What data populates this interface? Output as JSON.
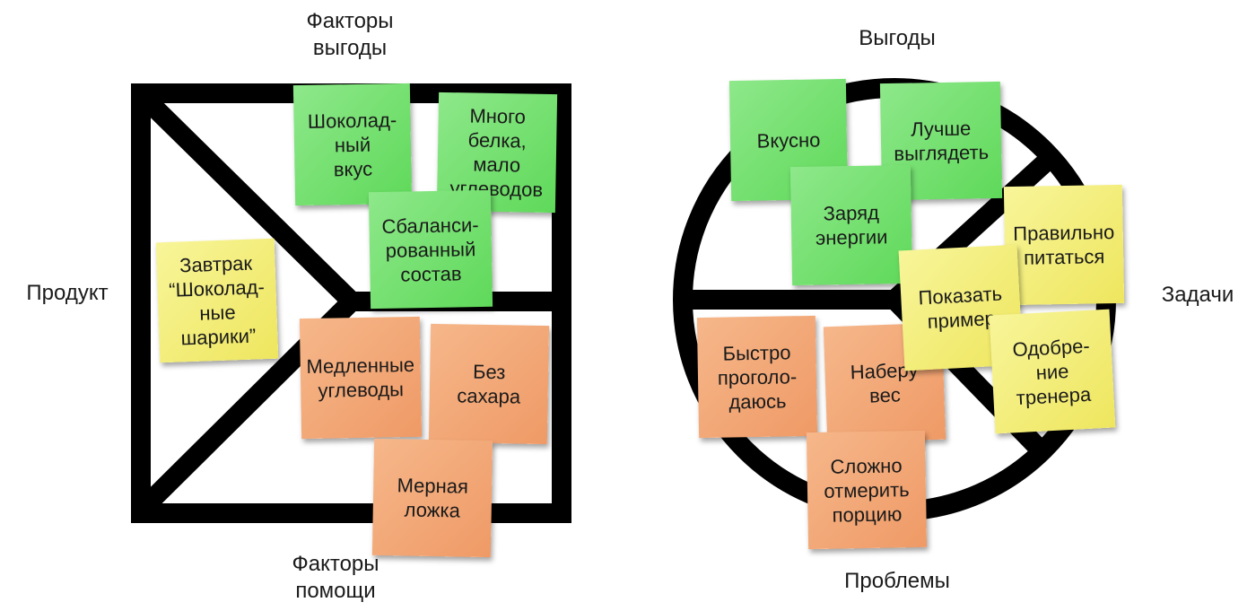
{
  "canvas_labels": {
    "left_top": "Факторы\nвыгоды",
    "left_bottom": "Факторы\nпомощи",
    "left_side": "Продукт",
    "right_top": "Выгоды",
    "right_bottom": "Проблемы",
    "right_side": "Задачи"
  },
  "notes": {
    "chocolate_taste": "Шоколад-\nный\nвкус",
    "protein": "Много\nбелка,\nмало\nуглеводов",
    "balanced": "Сбаланси-\nрованный\nсостав",
    "product": "Завтрак\n“Шоколад-\nные\nшарики”",
    "slow_carbs": "Медленные\nуглеводы",
    "no_sugar": "Без\nсахара",
    "spoon": "Мерная\nложка",
    "tasty": "Вкусно",
    "look_better": "Лучше\nвыглядеть",
    "energy": "Заряд\nэнергии",
    "eat_right": "Правильно\nпитаться",
    "set_example": "Показать\nпример",
    "coach_approval": "Одобре-\nние\nтренера",
    "hungry_fast": "Быстро\nпроголо-\nдаюсь",
    "gain_weight": "Наберу\nвес",
    "portion_hard": "Сложно\nотмерить\nпорцию"
  },
  "colors": {
    "outline": "#000000",
    "green": "#6ee069",
    "yellow": "#f3ee78",
    "orange": "#f2a675"
  }
}
